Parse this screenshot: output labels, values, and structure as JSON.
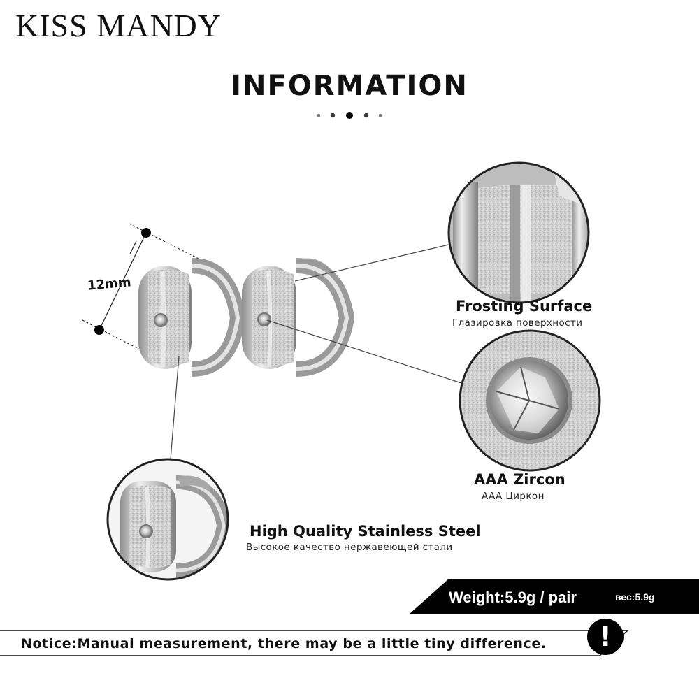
{
  "brand": "KISS MANDY",
  "heading": "INFORMATION",
  "dimension_label": "12mm",
  "features": [
    {
      "title": "Frosting  Surface",
      "subtitle": "Глазировка поверхности",
      "icon": "frosted-band-detail"
    },
    {
      "title": "AAA  Zircon",
      "subtitle": "AAA Циркон",
      "icon": "zircon-stone-detail"
    },
    {
      "title": "High Quality Stainless Steel",
      "subtitle": "Высокое качество нержавеющей стали",
      "icon": "earring-detail"
    }
  ],
  "weight": {
    "text": "Weight:5.9g / pair",
    "ru": "вес:5.9g"
  },
  "notice": {
    "text": "Notice:Manual measurement, there may be a little tiny difference.",
    "icon": "exclamation-icon",
    "symbol": "!"
  },
  "colors": {
    "band": "#000000",
    "metal": "#c9c9c9",
    "accent": "#111111"
  }
}
